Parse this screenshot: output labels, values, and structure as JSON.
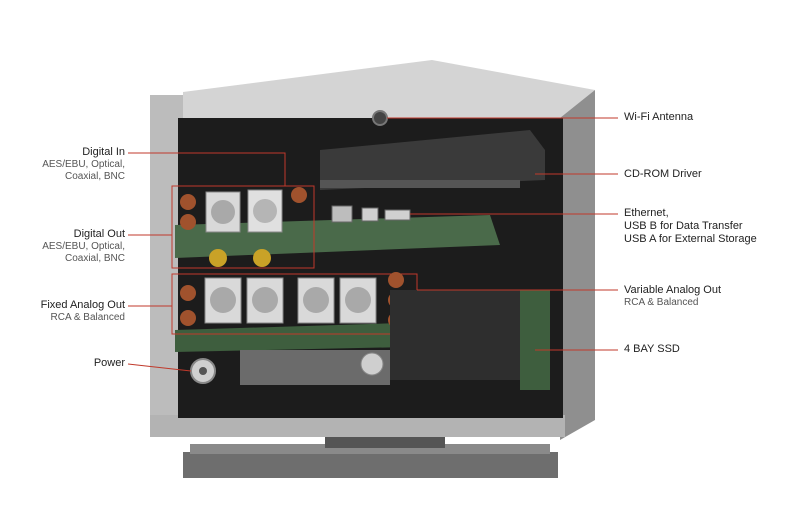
{
  "labels": {
    "digital_in": {
      "title": "Digital In",
      "lines": [
        "AES/EBU, Optical,",
        "Coaxial, BNC"
      ]
    },
    "digital_out": {
      "title": "Digital Out",
      "lines": [
        "AES/EBU, Optical,",
        "Coaxial, BNC"
      ]
    },
    "fixed_analog_out": {
      "title": "Fixed Analog Out",
      "sub": "RCA & Balanced"
    },
    "power": {
      "title": "Power"
    },
    "wifi_antenna": {
      "title": "Wi-Fi Antenna"
    },
    "cdrom_driver": {
      "title": "CD-ROM Driver"
    },
    "ethernet": {
      "title": "Ethernet,",
      "lines": [
        "USB B for Data Transfer",
        "USB A for External Storage"
      ]
    },
    "variable_analog_out": {
      "title": "Variable Analog Out",
      "sub": "RCA & Balanced"
    },
    "ssd": {
      "title": "4 BAY SSD"
    }
  },
  "colors": {
    "callout": "#c0392b",
    "chassis_light": "#c9c9c9",
    "chassis_dark": "#2a2a2a",
    "interior": "#1c1c1c",
    "pcb": "#4a6a4a",
    "gold": "#c9a227",
    "copper": "#a0522d"
  }
}
